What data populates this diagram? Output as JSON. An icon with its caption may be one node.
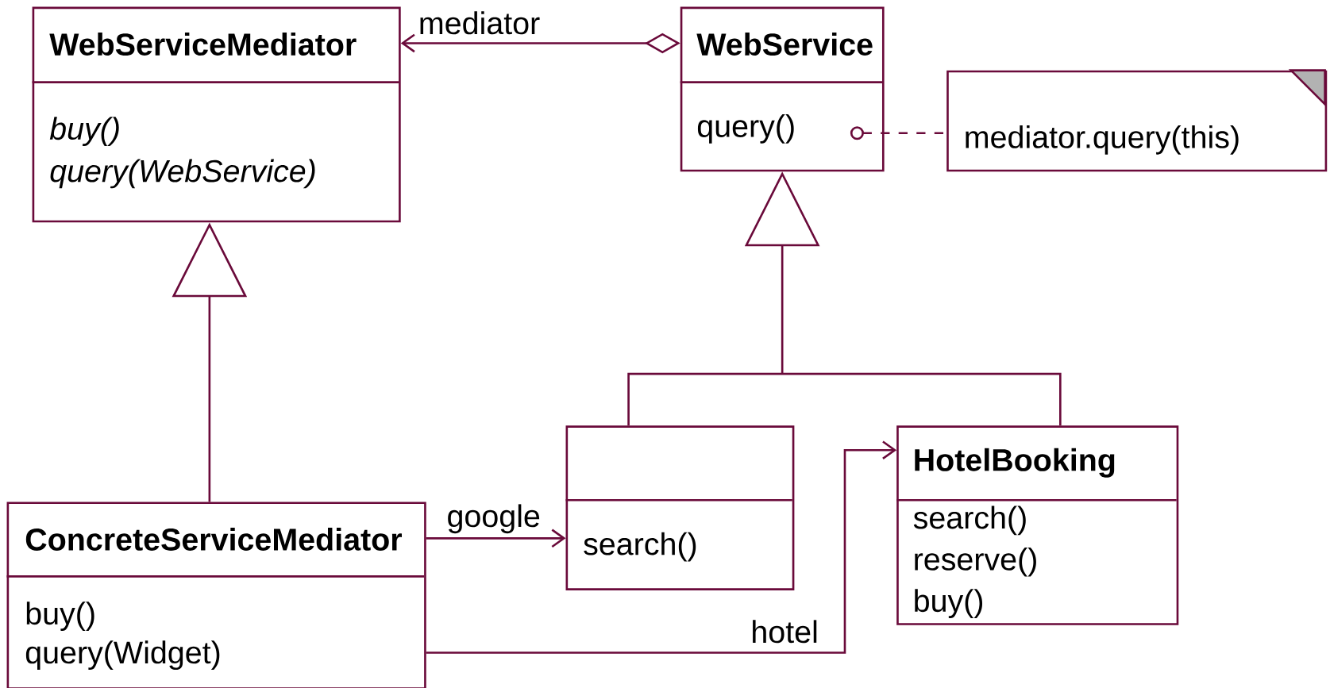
{
  "diagram": {
    "nodes": [
      {
        "text": [
          "WebServiceMediator",
          "buy()",
          "query(WebService)"
        ]
      },
      {
        "text": [
          "WebService",
          "query()"
        ]
      },
      {
        "text": [
          "mediator.query(this)"
        ]
      },
      {
        "text": [
          "search()"
        ]
      },
      {
        "text": [
          "HotelBooking",
          "search()",
          "reserve()",
          "buy()"
        ]
      },
      {
        "text": [
          "ConcreteServiceMediator",
          "buy()",
          "query(Widget)"
        ]
      }
    ],
    "edges": [
      {
        "from": 1,
        "to": 0,
        "arrow": "to",
        "label": "mediator"
      },
      {
        "from": 5,
        "to": 0,
        "arrow": "to"
      },
      {
        "from": 3,
        "to": 1,
        "arrow": "to"
      },
      {
        "from": 4,
        "to": 1,
        "arrow": "to"
      },
      {
        "from": 5,
        "to": 3,
        "arrow": "to",
        "label": "google"
      },
      {
        "from": 5,
        "to": 4,
        "arrow": "to",
        "label": "hotel"
      },
      {
        "from": 1,
        "to": 2,
        "arrow": "other",
        "style": "dashed"
      }
    ]
  }
}
